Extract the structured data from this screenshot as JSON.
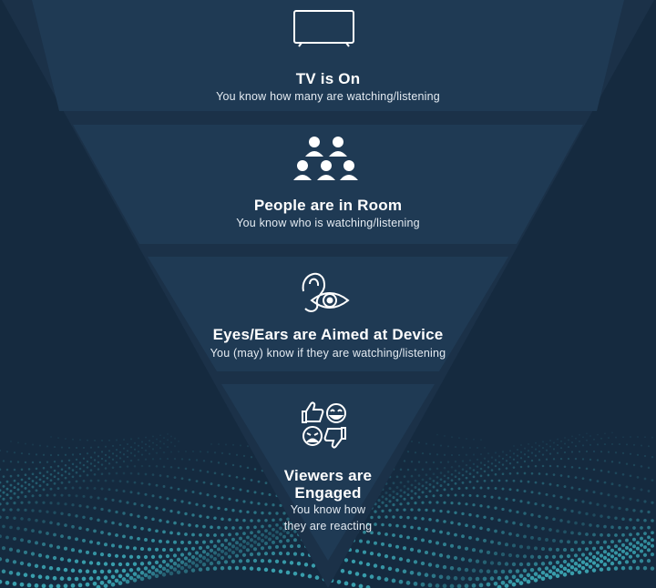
{
  "colors": {
    "background": "#152a3f",
    "outer_triangle": "#1b3148",
    "band": "#1f3a54",
    "icon": "#ffffff",
    "dots": "#3fb3c0"
  },
  "levels": [
    {
      "icon": "tv-icon",
      "title": "TV is On",
      "subtitle": "You know how many are watching/listening"
    },
    {
      "icon": "people-icon",
      "title": "People are in Room",
      "subtitle": "You know who is watching/listening"
    },
    {
      "icon": "ear-eye-icon",
      "title": "Eyes/Ears are Aimed at Device",
      "subtitle": "You (may) know if they are watching/listening"
    },
    {
      "icon": "reactions-icon",
      "title_lines": [
        "Viewers are",
        "Engaged"
      ],
      "subtitle_lines": [
        "You know how",
        "they are reacting"
      ]
    }
  ]
}
